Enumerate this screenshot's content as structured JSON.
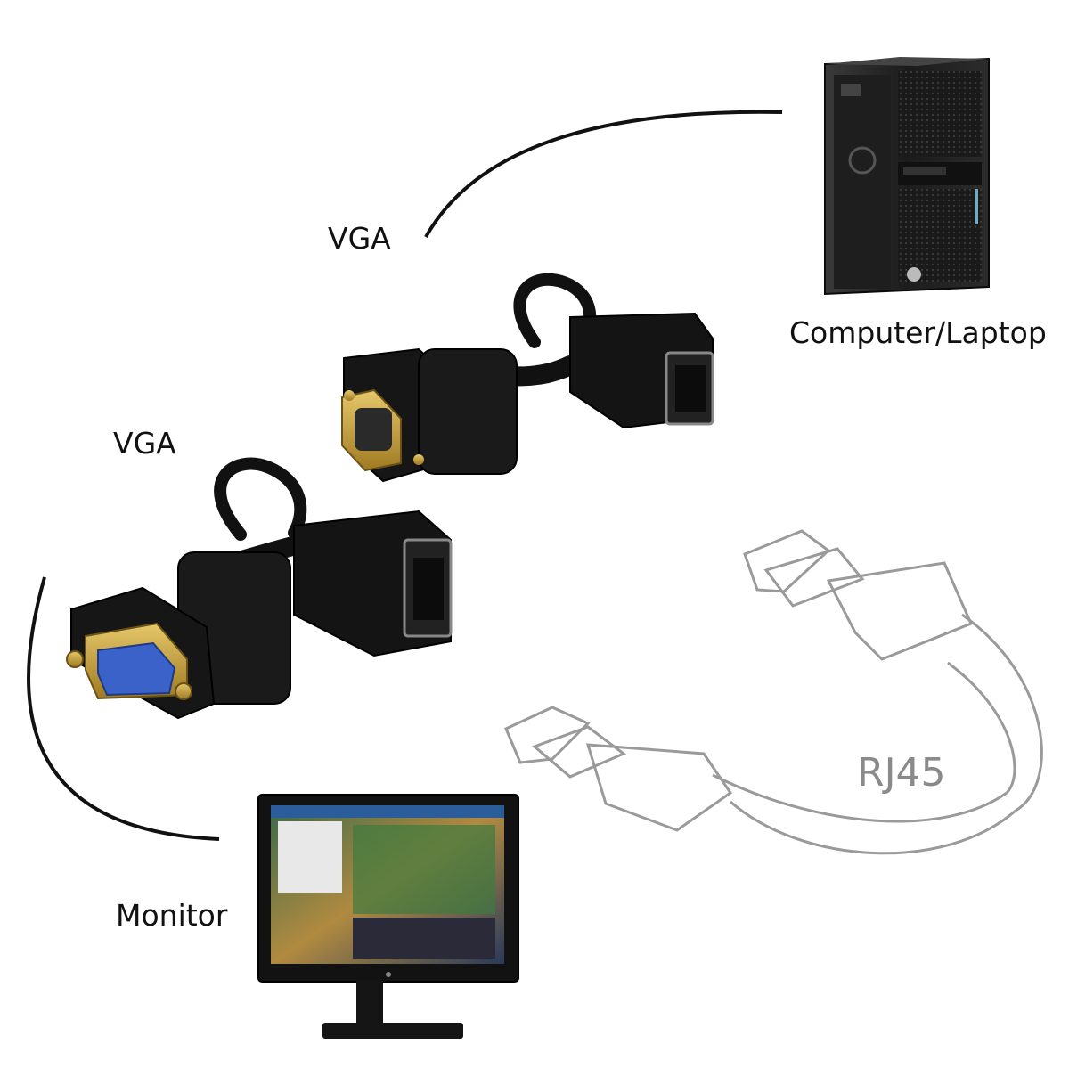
{
  "labels": {
    "vga_top": "VGA",
    "vga_left": "VGA",
    "computer": "Computer/Laptop",
    "monitor": "Monitor",
    "rj45": "RJ45"
  },
  "icons": [
    "tower-pc-icon",
    "monitor-icon",
    "vga-male-adapter-icon",
    "vga-female-adapter-icon",
    "rj45-cable-icon"
  ],
  "colors": {
    "adapter_black": "#111111",
    "gold_connector": "#c9a23a",
    "vga_female_blue": "#3a62c8",
    "cable_outline": "#9a9a9a",
    "label_text": "#111111",
    "rj45_text": "#8a8a8a"
  }
}
